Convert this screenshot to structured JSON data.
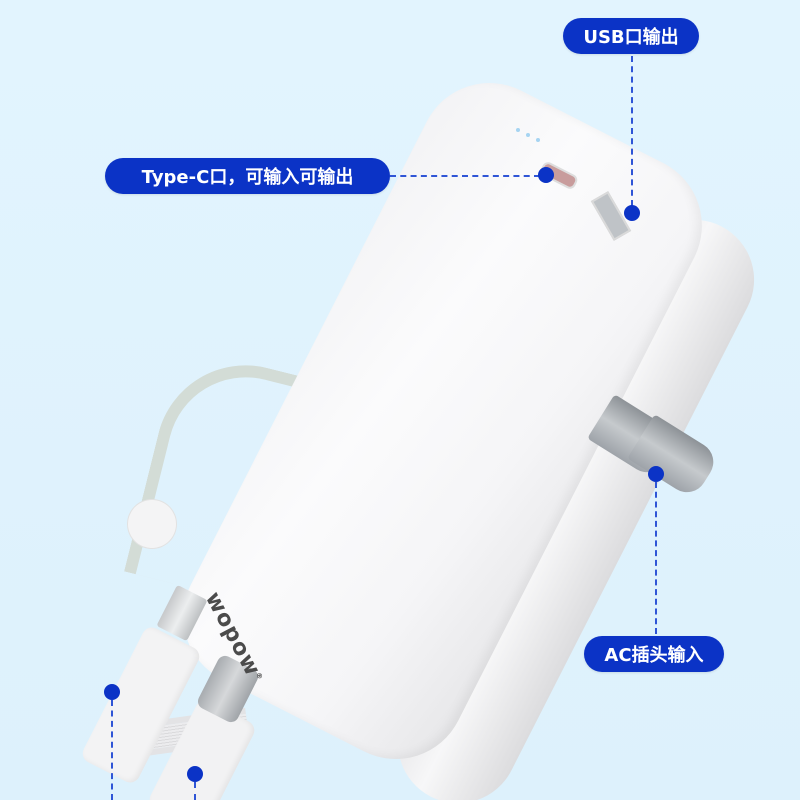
{
  "scene": {
    "description": "White power bank with built-in cables and foldable AC plug, annotated ports",
    "background_color": "#e1f3fd",
    "accent_color": "#0b33c6",
    "brand_logo": "wopow",
    "brand_mark": "®"
  },
  "callouts": {
    "usb": {
      "label": "USB口输出"
    },
    "typec": {
      "label": "Type-C口，可输入可输出"
    },
    "ac": {
      "label": "AC插头输入"
    }
  },
  "markers": [
    {
      "name": "usb-port-marker"
    },
    {
      "name": "typec-port-marker"
    },
    {
      "name": "ac-plug-marker"
    },
    {
      "name": "lightning-cable-marker"
    },
    {
      "name": "typec-cable-marker"
    }
  ]
}
